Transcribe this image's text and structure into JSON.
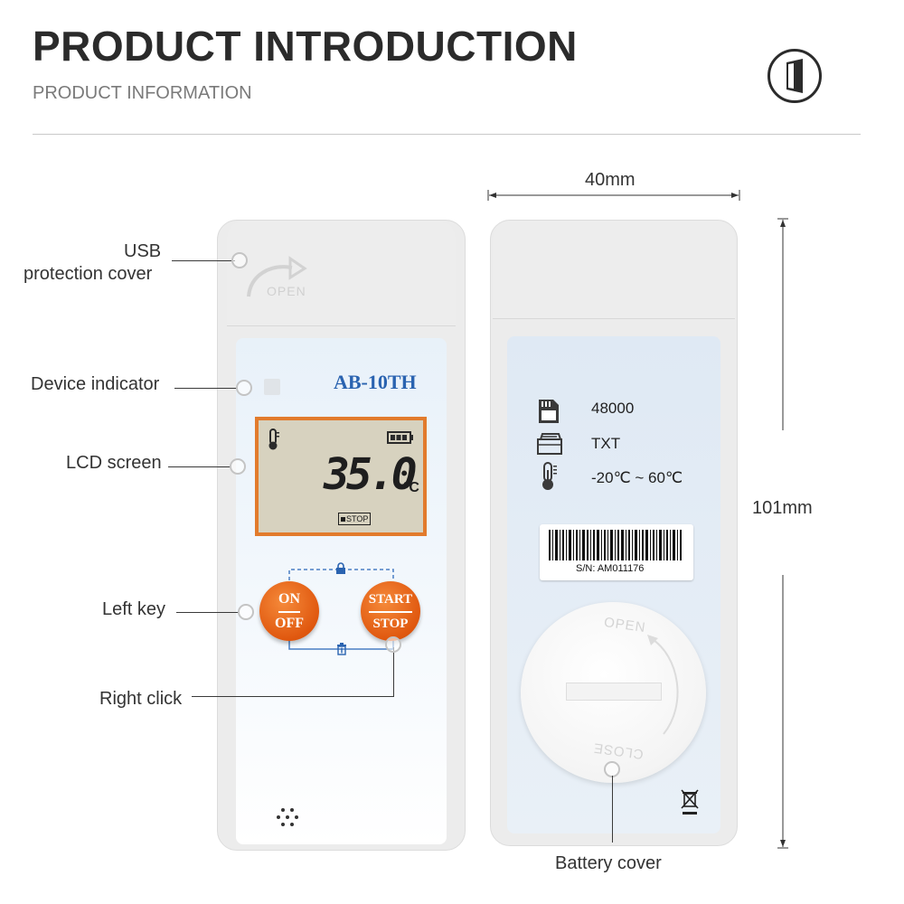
{
  "header": {
    "title": "PRODUCT INTRODUCTION",
    "subtitle": "PRODUCT INFORMATION"
  },
  "labels": {
    "usb_line1": "USB",
    "usb_line2": "protection cover",
    "device_indicator": "Device indicator",
    "lcd_screen": "LCD screen",
    "left_key": "Left key",
    "right_click": "Right click",
    "battery_cover": "Battery cover"
  },
  "dimensions": {
    "width": "40mm",
    "height": "101mm"
  },
  "front": {
    "cap_text": "OPEN",
    "model": "AB-10TH",
    "lcd_value": "35.0",
    "lcd_unit": "°C",
    "lcd_status": "STOP",
    "left_key_top": "ON",
    "left_key_bottom": "OFF",
    "right_key_top": "START",
    "right_key_bottom": "STOP"
  },
  "back": {
    "capacity": "48000",
    "format": "TXT",
    "temp_range": "-20℃ ~ 60℃",
    "serial": "S/N: AM011176",
    "cover_open": "OPEN",
    "cover_close": "CLOSE"
  },
  "colors": {
    "key_orange": "#e0580f",
    "lcd_border": "#e27b2c",
    "lcd_bg": "#d7d2bf",
    "model_blue": "#2a63b0"
  },
  "icons": [
    "door-icon",
    "sd-card-icon",
    "folder-icon",
    "thermometer-icon",
    "lock-icon",
    "trash-icon",
    "battery-icon",
    "recycle-bin-crossed-icon"
  ]
}
